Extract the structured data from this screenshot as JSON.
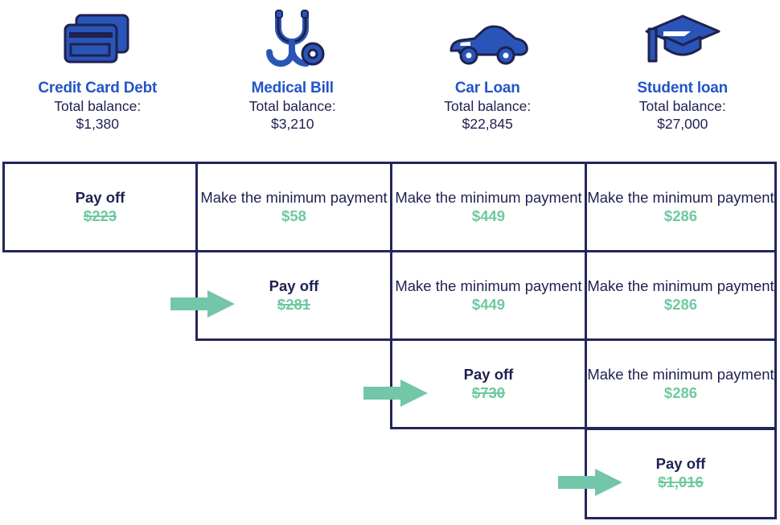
{
  "diagram": {
    "title_color": "#2355c8",
    "text_color": "#1f2150",
    "amount_color": "#6fc9a0",
    "arrow_color": "#73c6a8",
    "border_color": "#23255c"
  },
  "balance_label": "Total balance:",
  "columns": [
    {
      "icon": "credit-cards-icon",
      "name": "Credit Card Debt",
      "balance": "$1,380"
    },
    {
      "icon": "stethoscope-icon",
      "name": "Medical Bill",
      "balance": "$3,210"
    },
    {
      "icon": "car-icon",
      "name": "Car Loan",
      "balance": "$22,845"
    },
    {
      "icon": "graduation-cap-icon",
      "name": "Student loan",
      "balance": "$27,000"
    }
  ],
  "actions": {
    "payoff": "Pay off",
    "minimum": "Make the minimum payment"
  },
  "rows": [
    {
      "cells": [
        {
          "type": "payoff",
          "action": "Pay off",
          "amount": "$223"
        },
        {
          "type": "minimum",
          "action": "Make the minimum payment",
          "amount": "$58"
        },
        {
          "type": "minimum",
          "action": "Make the minimum payment",
          "amount": "$449"
        },
        {
          "type": "minimum",
          "action": "Make the minimum payment",
          "amount": "$286"
        }
      ]
    },
    {
      "cells": [
        {
          "type": "empty"
        },
        {
          "type": "payoff",
          "action": "Pay off",
          "amount": "$281"
        },
        {
          "type": "minimum",
          "action": "Make the minimum payment",
          "amount": "$449"
        },
        {
          "type": "minimum",
          "action": "Make the minimum payment",
          "amount": "$286"
        }
      ]
    },
    {
      "cells": [
        {
          "type": "empty"
        },
        {
          "type": "empty"
        },
        {
          "type": "payoff",
          "action": "Pay off",
          "amount": "$730"
        },
        {
          "type": "minimum",
          "action": "Make the minimum payment",
          "amount": "$286"
        }
      ]
    },
    {
      "cells": [
        {
          "type": "empty"
        },
        {
          "type": "empty"
        },
        {
          "type": "empty"
        },
        {
          "type": "payoff",
          "action": "Pay off",
          "amount": "$1,016"
        }
      ]
    }
  ]
}
